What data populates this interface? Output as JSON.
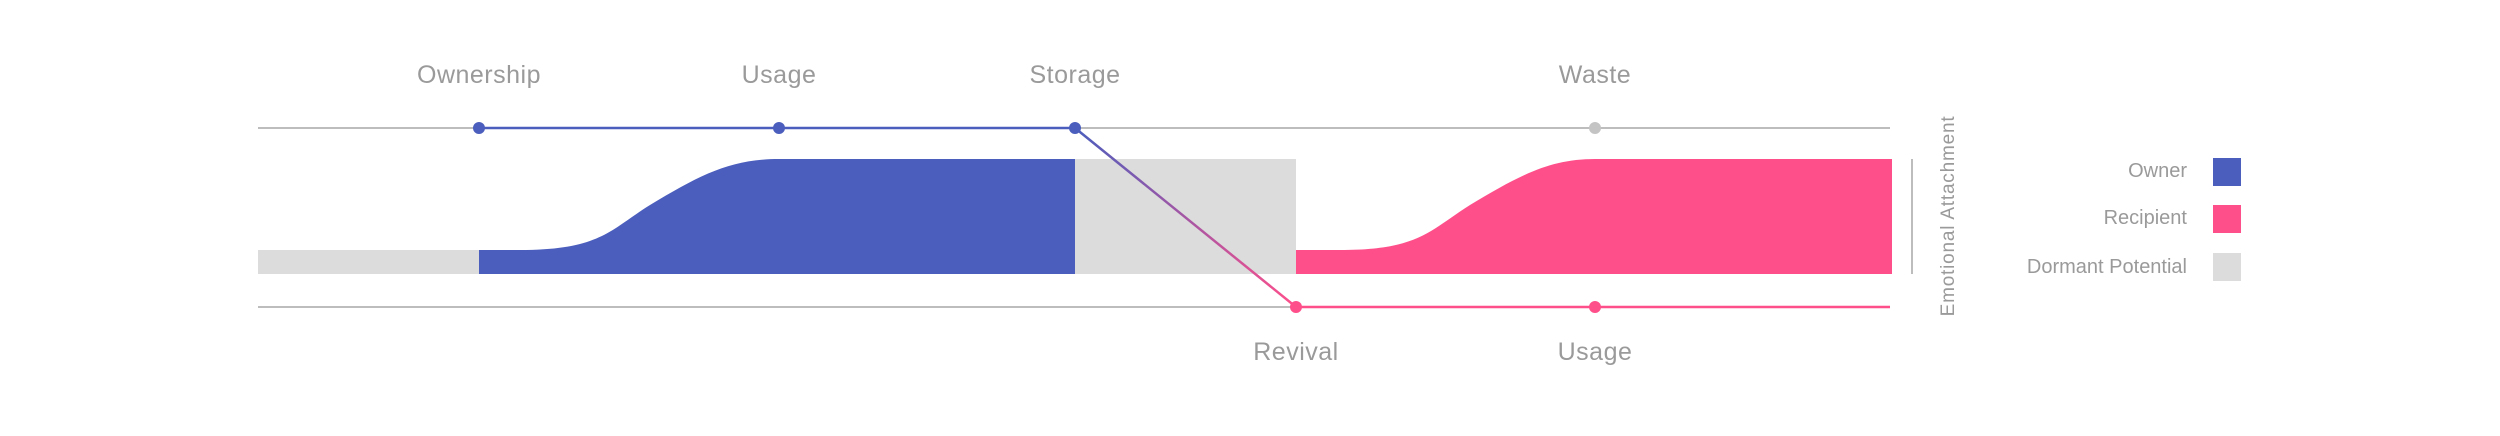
{
  "colors": {
    "owner": "#4b5ebd",
    "recipient": "#ff4f8b",
    "dormant": "#dcdcdc",
    "track": "#bdbdbd",
    "waste_dot": "#c4c4c4",
    "text": "#9a9a9a"
  },
  "stages_top": [
    "Ownership",
    "Usage",
    "Storage",
    "Waste"
  ],
  "stages_bottom": [
    "Revival",
    "Usage"
  ],
  "axis_label": "Emotional Attachment",
  "legend": [
    {
      "label": "Owner",
      "color": "#4b5ebd"
    },
    {
      "label": "Recipient",
      "color": "#ff4f8b"
    },
    {
      "label": "Dormant Potential",
      "color": "#dcdcdc"
    }
  ]
}
